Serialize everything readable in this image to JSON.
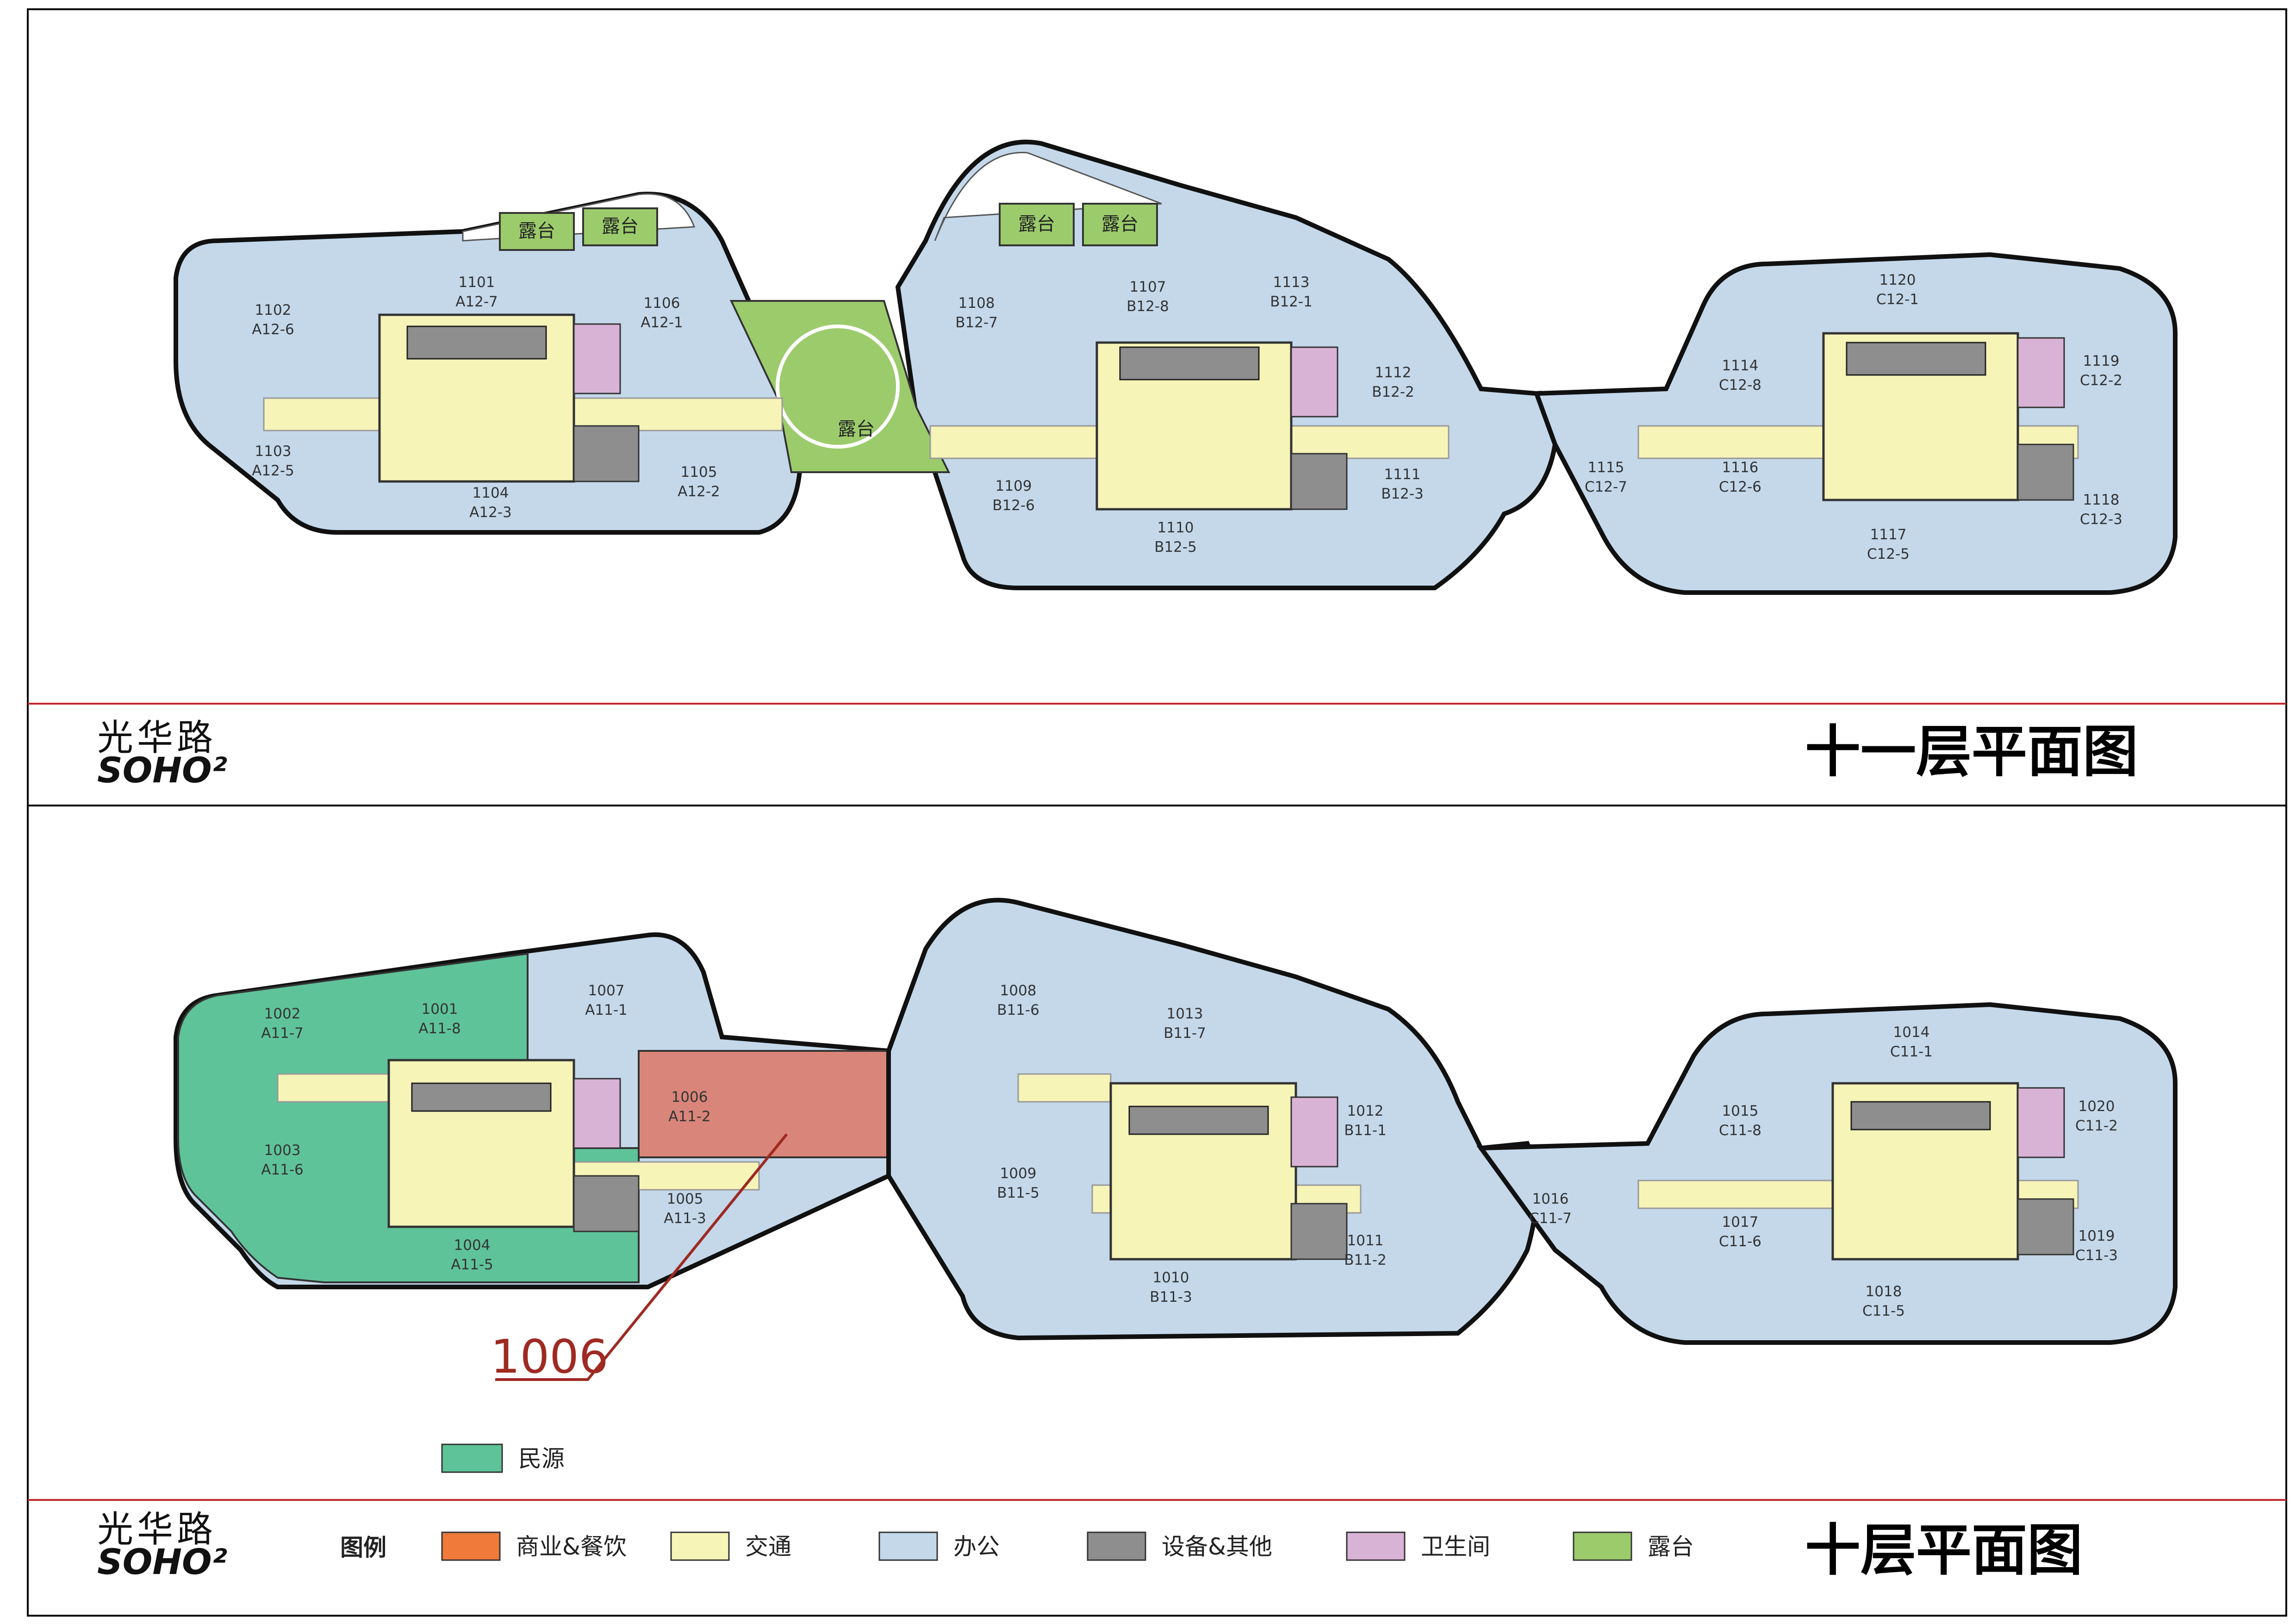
{
  "colors": {
    "commercial": "#F07A3A",
    "commercial_leased": "#D9857A",
    "traffic": "#F7F4B8",
    "office": "#C4D8EA",
    "equipment": "#8E8E8E",
    "restroom": "#D9B3D6",
    "terrace": "#9CCB6C",
    "minyuan": "#5FC39A",
    "frame": "#000000",
    "divider": "#C0282D",
    "callout": "#9E2A22"
  },
  "logo": {
    "cn": "光华路",
    "en": "SOHO²"
  },
  "floor11": {
    "title": "十一层平面图",
    "terraces": [
      "露台",
      "露台",
      "露台",
      "露台",
      "露台"
    ],
    "units": [
      {
        "no": "1101",
        "code": "A12-7"
      },
      {
        "no": "1102",
        "code": "A12-6"
      },
      {
        "no": "1103",
        "code": "A12-5"
      },
      {
        "no": "1104",
        "code": "A12-3"
      },
      {
        "no": "1105",
        "code": "A12-2"
      },
      {
        "no": "1106",
        "code": "A12-1"
      },
      {
        "no": "1107",
        "code": "B12-8"
      },
      {
        "no": "1108",
        "code": "B12-7"
      },
      {
        "no": "1109",
        "code": "B12-6"
      },
      {
        "no": "1110",
        "code": "B12-5"
      },
      {
        "no": "1111",
        "code": "B12-3"
      },
      {
        "no": "1112",
        "code": "B12-2"
      },
      {
        "no": "1113",
        "code": "B12-1"
      },
      {
        "no": "1114",
        "code": "C12-8"
      },
      {
        "no": "1115",
        "code": "C12-7"
      },
      {
        "no": "1116",
        "code": "C12-6"
      },
      {
        "no": "1117",
        "code": "C12-5"
      },
      {
        "no": "1118",
        "code": "C12-3"
      },
      {
        "no": "1119",
        "code": "C12-2"
      },
      {
        "no": "1120",
        "code": "C12-1"
      }
    ]
  },
  "floor10": {
    "title": "十层平面图",
    "callout": "1006",
    "units": [
      {
        "no": "1001",
        "code": "A11-8"
      },
      {
        "no": "1002",
        "code": "A11-7"
      },
      {
        "no": "1003",
        "code": "A11-6"
      },
      {
        "no": "1004",
        "code": "A11-5"
      },
      {
        "no": "1005",
        "code": "A11-3"
      },
      {
        "no": "1006",
        "code": "A11-2"
      },
      {
        "no": "1007",
        "code": "A11-1"
      },
      {
        "no": "1008",
        "code": "B11-6"
      },
      {
        "no": "1009",
        "code": "B11-5"
      },
      {
        "no": "1010",
        "code": "B11-3"
      },
      {
        "no": "1011",
        "code": "B11-2"
      },
      {
        "no": "1012",
        "code": "B11-1"
      },
      {
        "no": "1013",
        "code": "B11-7"
      },
      {
        "no": "1014",
        "code": "C11-1"
      },
      {
        "no": "1015",
        "code": "C11-8"
      },
      {
        "no": "1016",
        "code": "C11-7"
      },
      {
        "no": "1017",
        "code": "C11-6"
      },
      {
        "no": "1018",
        "code": "C11-5"
      },
      {
        "no": "1019",
        "code": "C11-3"
      },
      {
        "no": "1020",
        "code": "C11-2"
      }
    ]
  },
  "legend": {
    "title": "图例",
    "minyuan": "民源",
    "items": [
      {
        "label": "商业&餐饮",
        "color": "#F07A3A"
      },
      {
        "label": "交通",
        "color": "#F7F4B8"
      },
      {
        "label": "办公",
        "color": "#C4D8EA"
      },
      {
        "label": "设备&其他",
        "color": "#8E8E8E"
      },
      {
        "label": "卫生间",
        "color": "#D9B3D6"
      },
      {
        "label": "露台",
        "color": "#9CCB6C"
      }
    ]
  }
}
